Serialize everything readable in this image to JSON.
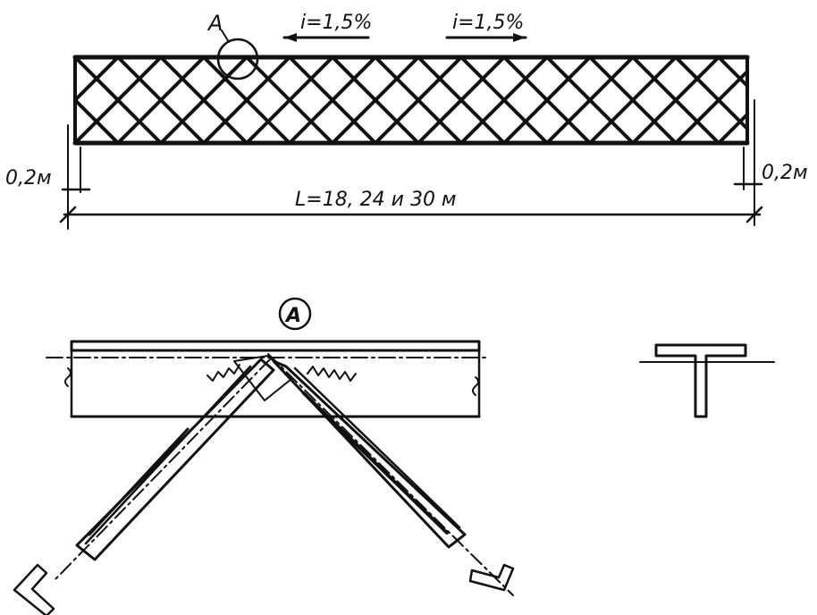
{
  "labels": {
    "detail_marker": "А",
    "slope_left": "i=1,5%",
    "slope_right": "i=1,5%",
    "support_left": "0,2м",
    "support_right": "0,2м",
    "span": "L=18, 24 и 30 м",
    "detail_title": "А"
  }
}
